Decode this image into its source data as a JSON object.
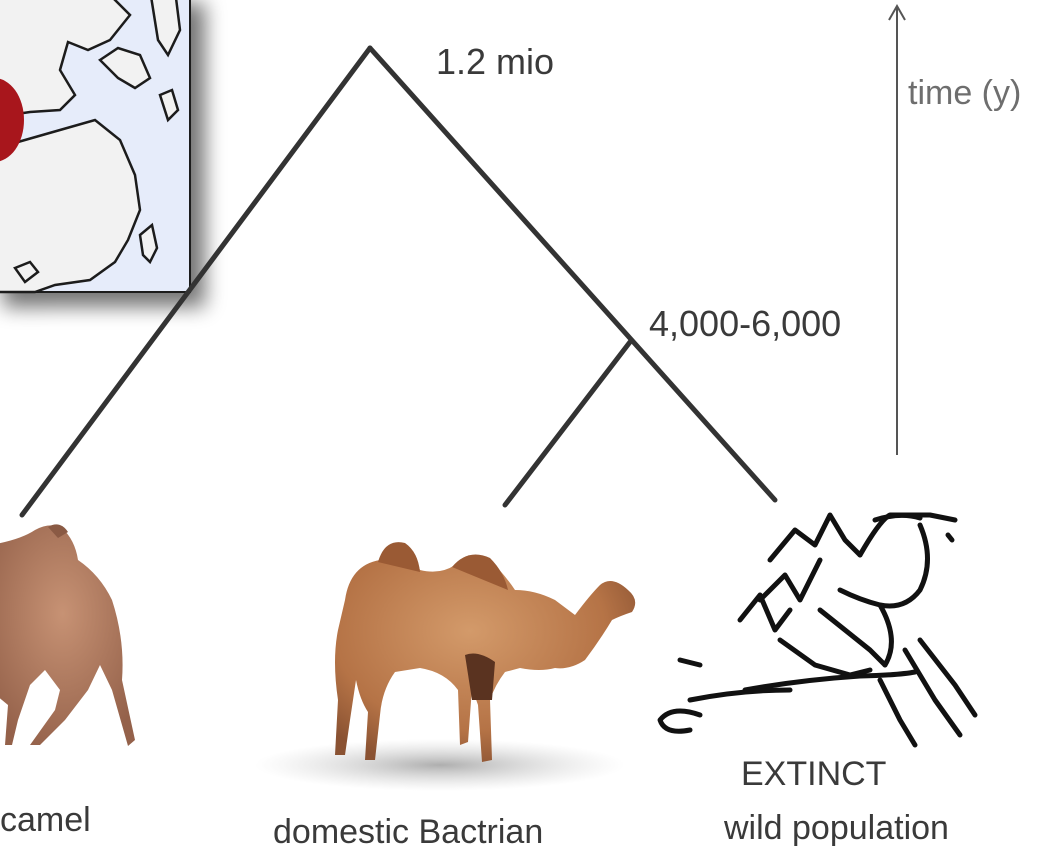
{
  "tree": {
    "root_label": "1.2 mio",
    "split_label": "4,000-6,000"
  },
  "axis": {
    "label": "time (y)"
  },
  "taxa": {
    "left_label": "camel",
    "middle_label": "domestic Bactrian",
    "right_label_line1": "EXTINCT",
    "right_label_line2": "wild population"
  },
  "colors": {
    "tree_line": "#333333",
    "axis_line": "#555555",
    "map_sea": "#e6ecfa",
    "map_outline": "#1a1a1a",
    "map_highlight": "#a8141e",
    "camel_fur": "#b97b52"
  }
}
